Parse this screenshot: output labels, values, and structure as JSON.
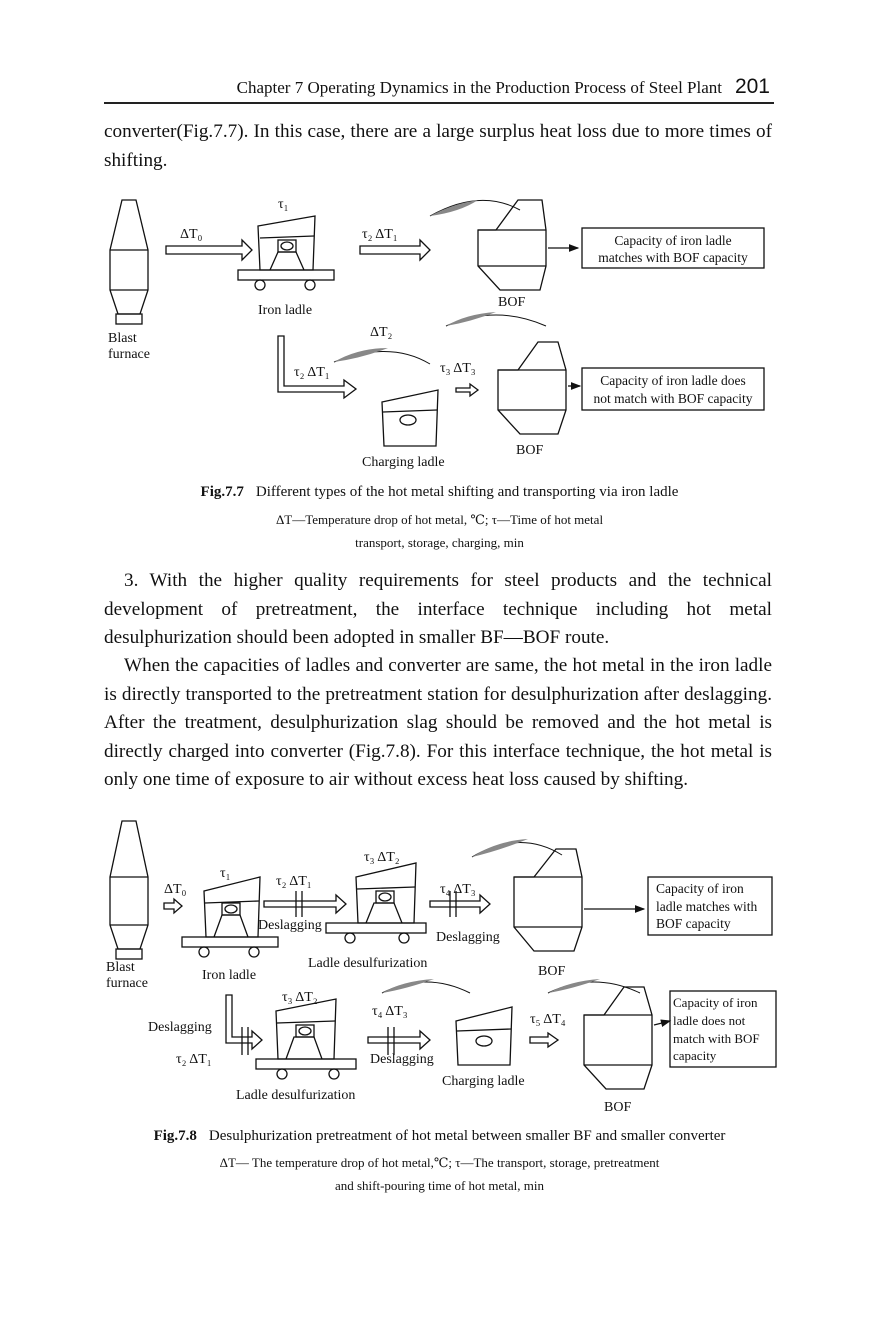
{
  "header": {
    "chapter_title": "Chapter 7   Operating Dynamics in the Production Process of Steel Plant",
    "page_number": "201"
  },
  "paragraphs": [
    "converter(Fig.7.7). In this case, there are a large surplus heat loss due to more times of shifting.",
    "3. With the higher quality requirements for steel products and the technical development of pretreatment, the interface technique including hot metal desulphurization should been adopted in smaller BF—BOF route.",
    "When the capacities of ladles and converter are same, the hot metal in the iron ladle is directly transported to the pretreatment station for desulphurization after deslagging. After the treatment, desulphurization slag should be removed and the hot metal is directly charged into converter (Fig.7.8). For this interface technique, the hot metal is only one time of exposure to air without excess heat loss caused by shifting."
  ],
  "fig7_7": {
    "labels": {
      "blast_furnace_1": "Blast",
      "blast_furnace_2": "furnace",
      "iron_ladle": "Iron ladle",
      "bof_top": "BOF",
      "bof_bottom": "BOF",
      "charging_ladle": "Charging ladle",
      "dT0": "ΔT₀",
      "tau1": "τ₁",
      "tau2_dT1_top": "τ₂   ΔT₁",
      "dT2": "ΔT₂",
      "tau2_dT1_bottom": "τ₂   ΔT₁",
      "tau3_dT3": "τ₃  ΔT₃",
      "box1_line1": "Capacity of iron ladle",
      "box1_line2": "matches with BOF capacity",
      "box2_line1": "Capacity of iron ladle does",
      "box2_line2": "not match with BOF capacity"
    },
    "caption_label": "Fig.7.7",
    "caption_text": "Different types of the hot metal shifting and transporting via iron ladle",
    "legend_line1": "ΔT—Temperature drop of hot metal, ℃;  τ—Time of hot metal",
    "legend_line2": "transport, storage, charging, min"
  },
  "fig7_8": {
    "labels": {
      "blast_furnace_1": "Blast",
      "blast_furnace_2": "furnace",
      "iron_ladle": "Iron ladle",
      "ladle_desulf_top": "Ladle desulfurization",
      "ladle_desulf_bottom": "Ladle desulfurization",
      "bof_top": "BOF",
      "bof_bottom": "BOF",
      "charging_ladle": "Charging ladle",
      "dT0": "ΔT₀",
      "tau1": "τ₁",
      "tau2_dT1_top": "τ₂  ΔT₁",
      "tau3_dT2_top": "τ₃  ΔT₂",
      "tau4_dT3_top": "τ₄  ΔT₃",
      "deslagging_1": "Deslagging",
      "deslagging_2": "Deslagging",
      "deslagging_left": "Deslagging",
      "tau2_dT1_bottom": "τ₂  ΔT₁",
      "tau3_dT2_bottom": "τ₃  ΔT₂",
      "tau4_dT3_bottom": "τ₄  ΔT₃",
      "deslagging_bottom": "Deslagging",
      "tau5_dT4": "τ₅ ΔT₄",
      "box1_line1": "Capacity of iron",
      "box1_line2": "ladle matches with",
      "box1_line3": "BOF capacity",
      "box2_line1": "Capacity of iron",
      "box2_line2": "ladle does not",
      "box2_line3": "match with BOF",
      "box2_line4": "capacity"
    },
    "caption_label": "Fig.7.8",
    "caption_text": "Desulphurization pretreatment of hot metal between smaller BF and smaller converter",
    "legend_line1": "ΔT— The temperature drop of hot metal,℃;  τ—The transport, storage, pretreatment",
    "legend_line2": "and shift-pouring time of hot metal, min"
  }
}
